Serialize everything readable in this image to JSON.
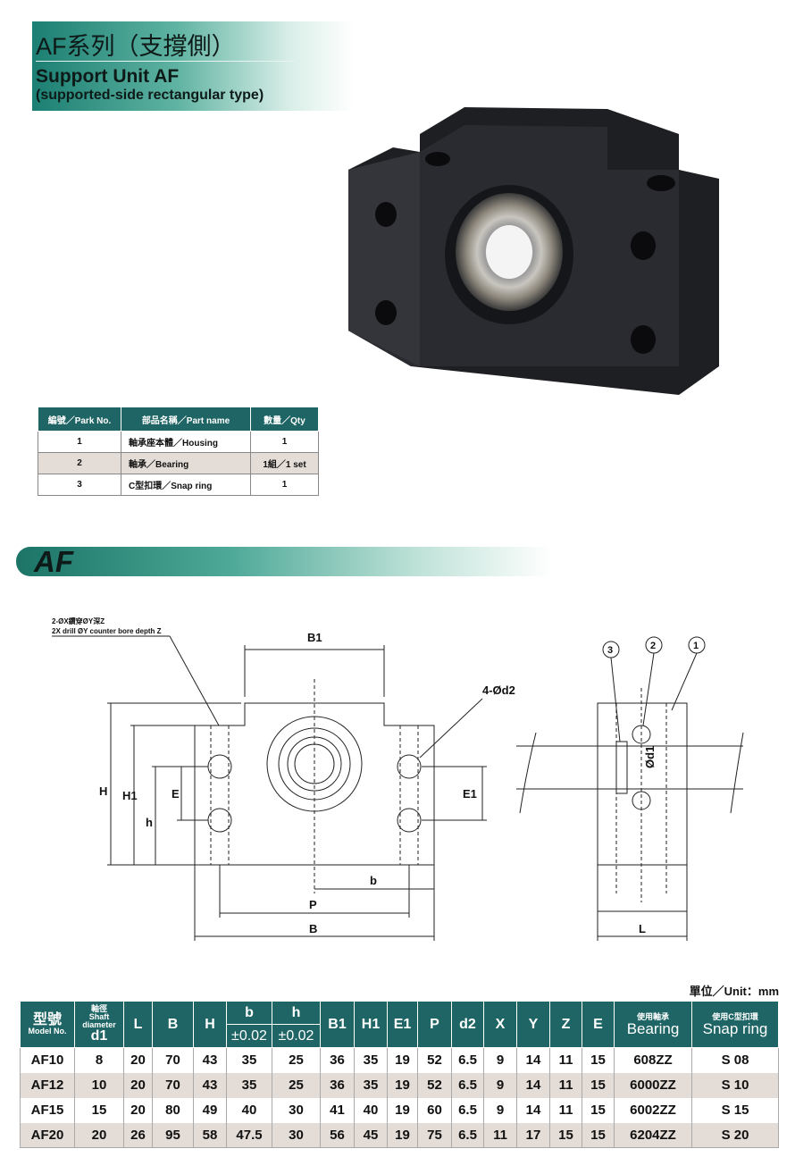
{
  "header": {
    "title_zh": "AF系列（支撐側）",
    "title_en": "Support Unit AF",
    "subtitle": "(supported-side rectangular type)"
  },
  "parts_table": {
    "headers": [
      "編號／Park No.",
      "部品名稱／Part name",
      "數量／Qty"
    ],
    "rows": [
      [
        "1",
        "軸承座本體／Housing",
        "1"
      ],
      [
        "2",
        "軸承／Bearing",
        "1組／1 set"
      ],
      [
        "3",
        "C型扣環／Snap ring",
        "1"
      ]
    ]
  },
  "section_label": "AF",
  "drawing": {
    "note_zh": "2-ØX鑽穿ØY深Z",
    "note_en": "2X drill ØY counter bore depth Z",
    "labels": {
      "B1": "B1",
      "H": "H",
      "H1": "H1",
      "E": "E",
      "h": "h",
      "E1": "E1",
      "b": "b",
      "P": "P",
      "B": "B",
      "d2": "4-Ød2",
      "L": "L",
      "d1": "Ød1"
    },
    "callouts": [
      "3",
      "2",
      "1"
    ]
  },
  "unit": "單位／Unit：mm",
  "spec_table": {
    "headers": {
      "model_zh": "型號",
      "model_en": "Model No.",
      "d1_zh": "軸徑",
      "d1_en1": "Shaft",
      "d1_en2": "diameter",
      "d1": "d1",
      "L": "L",
      "B": "B",
      "H": "H",
      "b": "b",
      "h": "h",
      "tol": "±0.02",
      "B1": "B1",
      "H1": "H1",
      "E1": "E1",
      "P": "P",
      "d2": "d2",
      "X": "X",
      "Y": "Y",
      "Z": "Z",
      "E": "E",
      "bearing_zh": "使用軸承",
      "bearing_en": "Bearing",
      "snap_zh": "使用C型扣環",
      "snap_en": "Snap ring"
    },
    "rows": [
      [
        "AF10",
        "8",
        "20",
        "70",
        "43",
        "35",
        "25",
        "36",
        "35",
        "19",
        "52",
        "6.5",
        "9",
        "14",
        "11",
        "15",
        "608ZZ",
        "S 08"
      ],
      [
        "AF12",
        "10",
        "20",
        "70",
        "43",
        "35",
        "25",
        "36",
        "35",
        "19",
        "52",
        "6.5",
        "9",
        "14",
        "11",
        "15",
        "6000ZZ",
        "S 10"
      ],
      [
        "AF15",
        "15",
        "20",
        "80",
        "49",
        "40",
        "30",
        "41",
        "40",
        "19",
        "60",
        "6.5",
        "9",
        "14",
        "11",
        "15",
        "6002ZZ",
        "S 15"
      ],
      [
        "AF20",
        "20",
        "26",
        "95",
        "58",
        "47.5",
        "30",
        "56",
        "45",
        "19",
        "75",
        "6.5",
        "11",
        "17",
        "15",
        "15",
        "6204ZZ",
        "S 20"
      ]
    ]
  }
}
